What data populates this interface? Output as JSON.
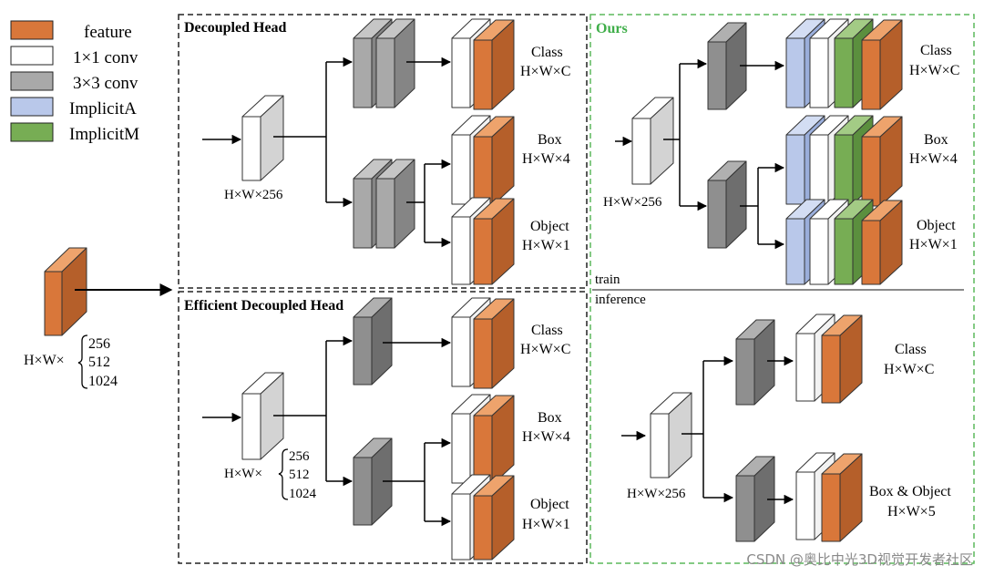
{
  "colors": {
    "feature_front": "#d9773a",
    "feature_top": "#eea36c",
    "feature_side": "#b55f2a",
    "conv1_front": "#ffffff",
    "conv1_top": "#ffffff",
    "conv1_side": "#f2f2f2",
    "conv3_front": "#a9a9a9",
    "conv3_top": "#c6c6c6",
    "conv3_side": "#858585",
    "dark_front": "#8f8f8f",
    "dark_top": "#b0b0b0",
    "dark_side": "#6e6e6e",
    "light_front": "#ffffff",
    "light_top": "#ffffff",
    "light_side": "#d3d3d3",
    "implicitA_front": "#b9c8ea",
    "implicitA_top": "#d3ddf3",
    "implicitA_side": "#9aaedb",
    "implicitM_front": "#77ad54",
    "implicitM_top": "#a3cb85",
    "implicitM_side": "#5b8f3e",
    "ours_border": "#5cb85c",
    "ours_title": "#3fae49",
    "black_border": "#222222"
  },
  "legend": {
    "feature": "feature",
    "conv1": "1×1 conv",
    "conv3": "3×3 conv",
    "implicitA": "ImplicitA",
    "implicitM": "ImplicitM"
  },
  "input": {
    "prefix": "H×W×",
    "dims": [
      "256",
      "512",
      "1024"
    ]
  },
  "decoupled": {
    "title": "Decoupled Head",
    "in_label": "H×W×256",
    "class_name": "Class",
    "class_dim": "H×W×C",
    "box_name": "Box",
    "box_dim": "H×W×4",
    "obj_name": "Object",
    "obj_dim": "H×W×1"
  },
  "efficient": {
    "title": "Efficient Decoupled Head",
    "in_prefix": "H×W×",
    "in_dims": [
      "256",
      "512",
      "1024"
    ],
    "class_name": "Class",
    "class_dim": "H×W×C",
    "box_name": "Box",
    "box_dim": "H×W×4",
    "obj_name": "Object",
    "obj_dim": "H×W×1"
  },
  "ours": {
    "title": "Ours",
    "in_label": "H×W×256",
    "class_name": "Class",
    "class_dim": "H×W×C",
    "box_name": "Box",
    "box_dim": "H×W×4",
    "obj_name": "Object",
    "obj_dim": "H×W×1",
    "train": "train",
    "inference": "inference",
    "inf_in_label": "H×W×256",
    "inf_class_name": "Class",
    "inf_class_dim": "H×W×C",
    "inf_boxobj_name": "Box & Object",
    "inf_boxobj_dim": "H×W×5"
  },
  "watermark": "CSDN @奥比中光3D视觉开发者社区"
}
